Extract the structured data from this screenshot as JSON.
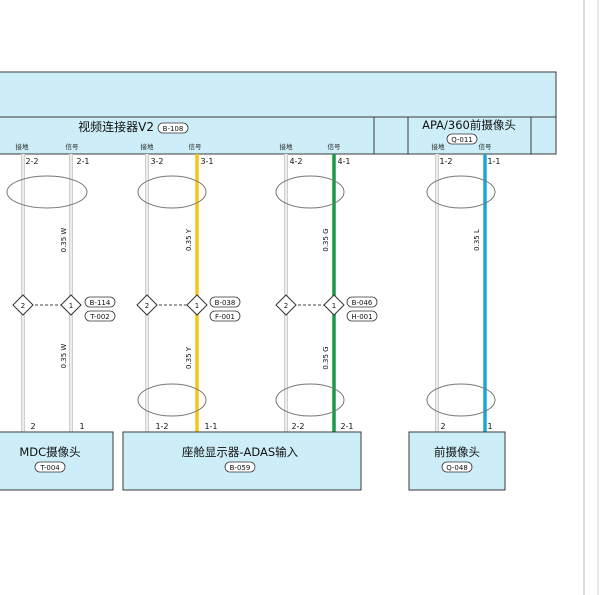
{
  "top_bus": {
    "main_connector": {
      "name": "视频连接器V2",
      "code": "B-108"
    },
    "apa_connector": {
      "name": "APA/360前摄像头",
      "code": "Q-011"
    }
  },
  "pin_labels": {
    "ground": "接地",
    "signal": "信号"
  },
  "channels": [
    {
      "id": "a",
      "color_hex": "#cfcfcf",
      "ground_pin": "2-2",
      "signal_pin": "2-1",
      "wire_upper": "0.35 W",
      "wire_lower": "0.35 W",
      "ground_node": "2",
      "signal_node": "1",
      "tags": [
        "B-114",
        "T-002"
      ],
      "bottom_ground_pin": "2",
      "bottom_signal_pin": "1"
    },
    {
      "id": "b",
      "color_hex": "#f5c518",
      "ground_pin": "3-2",
      "signal_pin": "3-1",
      "wire_upper": "0.35 Y",
      "wire_lower": "0.35 Y",
      "ground_node": "2",
      "signal_node": "1",
      "tags": [
        "B-038",
        "F-001"
      ],
      "bottom_ground_pin": "1-2",
      "bottom_signal_pin": "1-1"
    },
    {
      "id": "c",
      "color_hex": "#1a9a48",
      "ground_pin": "4-2",
      "signal_pin": "4-1",
      "wire_upper": "0.35 G",
      "wire_lower": "0.35 G",
      "ground_node": "2",
      "signal_node": "1",
      "tags": [
        "B-046",
        "H-001"
      ],
      "bottom_ground_pin": "2-2",
      "bottom_signal_pin": "2-1"
    },
    {
      "id": "d",
      "color_hex": "#1aa6d9",
      "ground_pin": "1-2",
      "signal_pin": "1-1",
      "wire_upper": "0.35 L",
      "bottom_ground_pin": "2",
      "bottom_signal_pin": "1"
    }
  ],
  "devices": [
    {
      "name": "MDC摄像头",
      "code": "T-004"
    },
    {
      "name": "座舱显示器-ADAS输入",
      "code": "B-059"
    },
    {
      "name": "前摄像头",
      "code": "Q-048"
    }
  ],
  "colors": {
    "panel_fill": "#cdeef8",
    "panel_stroke": "#3a3a3a"
  }
}
